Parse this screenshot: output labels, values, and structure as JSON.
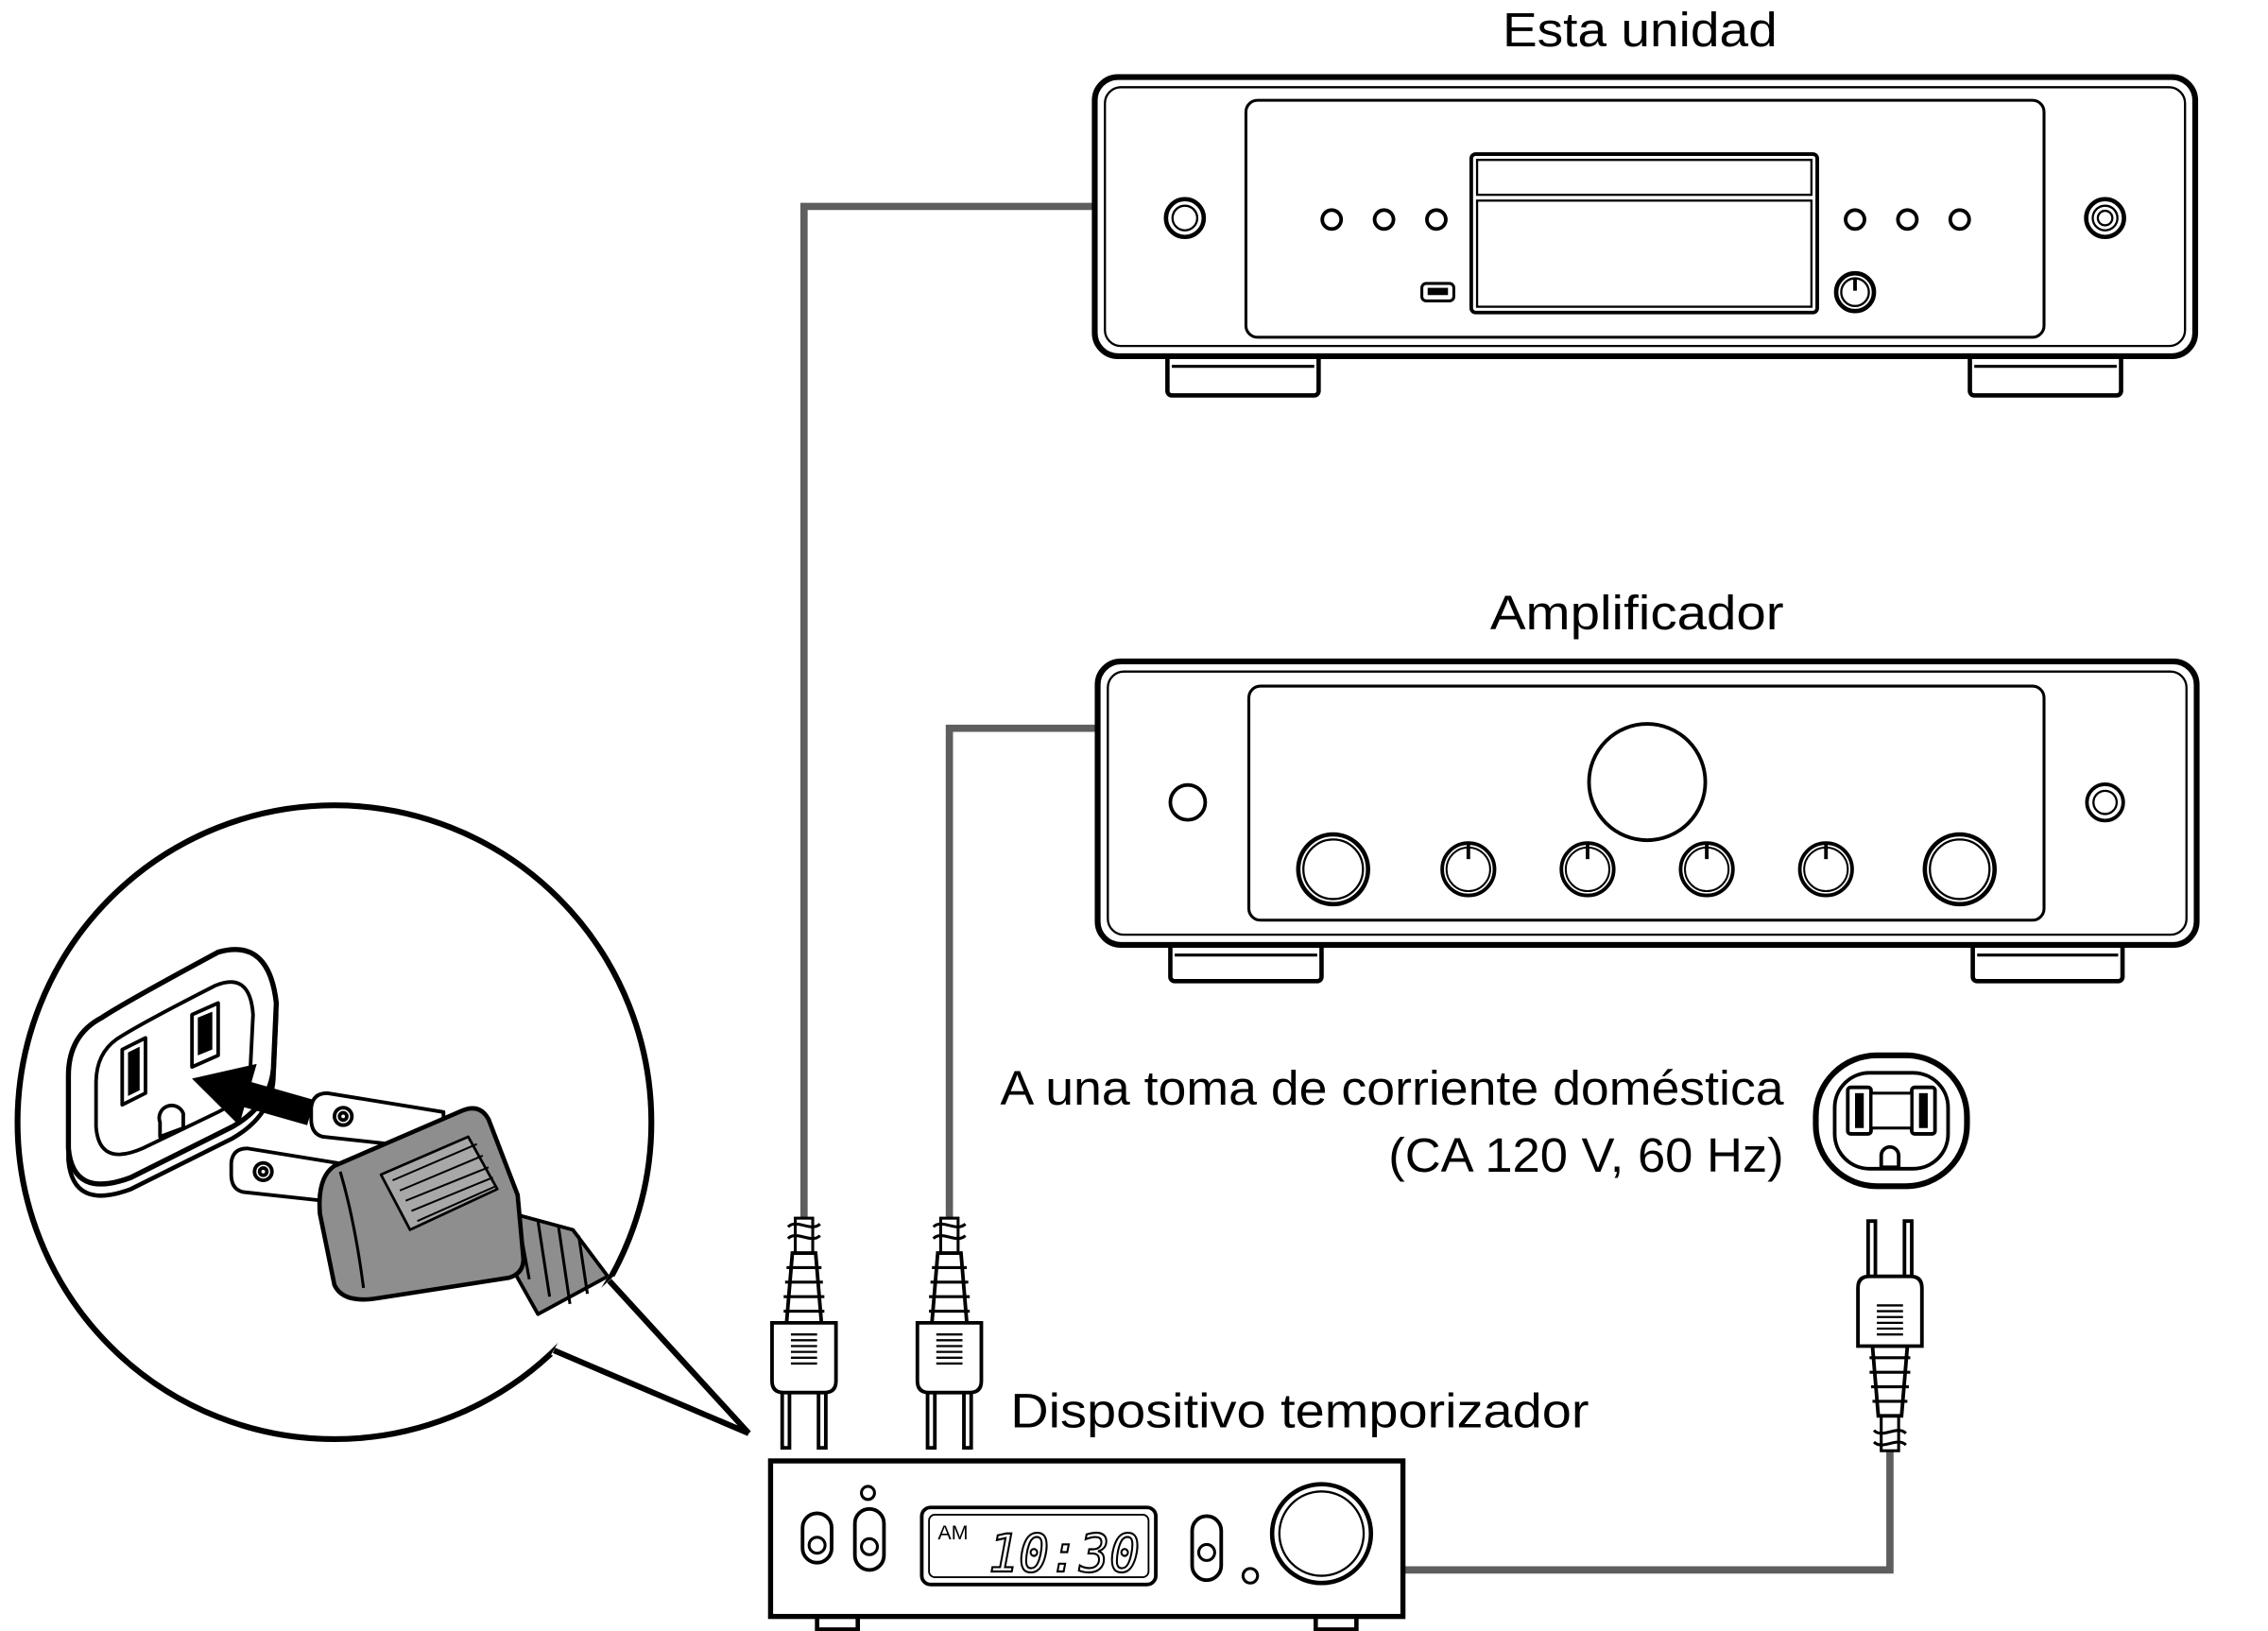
{
  "labels": {
    "unit": "Esta unidad",
    "amplifier": "Amplificador",
    "outlet_line1": "A una toma de corriente doméstica",
    "outlet_line2": "(CA 120 V, 60 Hz)",
    "timer": "Dispositivo temporizador"
  },
  "timer_display": {
    "period": "AM",
    "time": "10:30"
  },
  "colors": {
    "line": "#000000",
    "cable": "#5e5e5e",
    "plug_body": "#8e8e8e",
    "plug_face": "#a8a8a8",
    "background": "#ffffff"
  }
}
